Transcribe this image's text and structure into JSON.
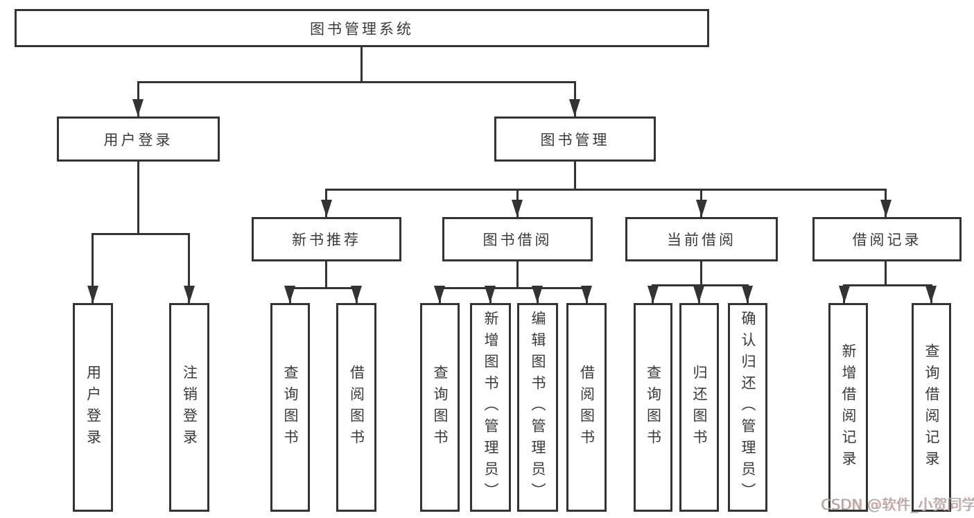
{
  "diagram_type": "tree",
  "colors": {
    "line": "#333333",
    "box_border": "#333333",
    "box_fill": "#ffffff",
    "text": "#3a3a3a",
    "watermark_gray": "#a8a8a8",
    "watermark_red_tint": "#e4533f"
  },
  "nodes": {
    "root": "图书管理系统",
    "user_login": "用户登录",
    "book_mgmt": "图书管理",
    "new_book_rec": "新书推荐",
    "book_borrow": "图书借阅",
    "current_borrow": "当前借阅",
    "borrow_records": "借阅记录",
    "leaf_user_login": "用户登录",
    "leaf_logout": "注销登录",
    "leaf_query_book_rec": "查询图书",
    "leaf_borrow_book_rec": "借阅图书",
    "leaf_query_book_borrow": "查询图书",
    "leaf_add_book_admin": "新增图书（管理员）",
    "leaf_edit_book_admin": "编辑图书（管理员）",
    "leaf_borrow_book_borrow": "借阅图书",
    "leaf_query_book_current": "查询图书",
    "leaf_return_book": "归还图书",
    "leaf_confirm_return_admin": "确认归还（管理员）",
    "leaf_add_borrow_record": "新增借阅记录",
    "leaf_query_borrow_record": "查询借阅记录"
  },
  "hierarchy": [
    {
      "parent": "图书管理系统",
      "children": [
        "用户登录",
        "图书管理"
      ]
    },
    {
      "parent": "用户登录",
      "children": [
        "用户登录",
        "注销登录"
      ]
    },
    {
      "parent": "图书管理",
      "children": [
        "新书推荐",
        "图书借阅",
        "当前借阅",
        "借阅记录"
      ]
    },
    {
      "parent": "新书推荐",
      "children": [
        "查询图书",
        "借阅图书"
      ]
    },
    {
      "parent": "图书借阅",
      "children": [
        "查询图书",
        "新增图书（管理员）",
        "编辑图书（管理员）",
        "借阅图书"
      ]
    },
    {
      "parent": "当前借阅",
      "children": [
        "查询图书",
        "归还图书",
        "确认归还（管理员）"
      ]
    },
    {
      "parent": "借阅记录",
      "children": [
        "新增借阅记录",
        "查询借阅记录"
      ]
    }
  ],
  "watermark": "CSDN @软件_小贺同学"
}
